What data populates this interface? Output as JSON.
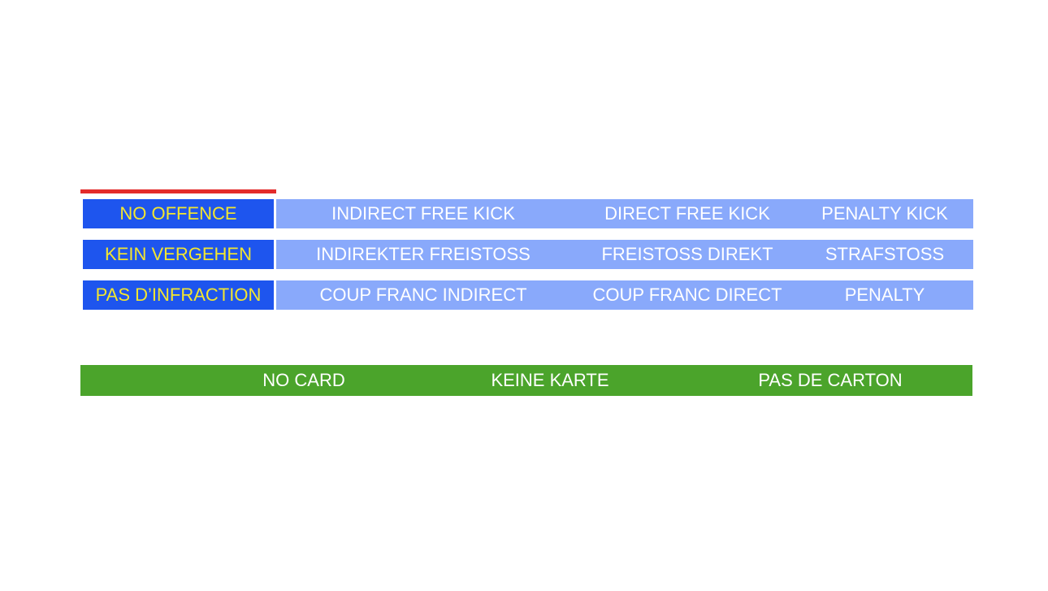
{
  "colors": {
    "offence_bg": "#1e55ee",
    "offence_text": "#f3e62f",
    "sanction_bg": "#89a9fb",
    "sanction_text": "#ffffff",
    "card_bg": "#4ba42b",
    "card_text": "#ffffff",
    "marker": "#e32b2b"
  },
  "rows": [
    {
      "lang": "en",
      "offence": "NO OFFENCE",
      "indirect": "INDIRECT FREE KICK",
      "direct": "DIRECT FREE KICK",
      "penalty": "PENALTY KICK"
    },
    {
      "lang": "de",
      "offence": "KEIN VERGEHEN",
      "indirect": "INDIREKTER FREISTOSS",
      "direct": "FREISTOSS DIREKT",
      "penalty": "STRAFSTOSS"
    },
    {
      "lang": "fr",
      "offence": "PAS D’INFRACTION",
      "indirect": "COUP FRANC INDIRECT",
      "direct": "COUP FRANC DIRECT",
      "penalty": "PENALTY"
    }
  ],
  "cards": {
    "en": "NO CARD",
    "de": "KEINE KARTE",
    "fr": "PAS DE CARTON"
  }
}
